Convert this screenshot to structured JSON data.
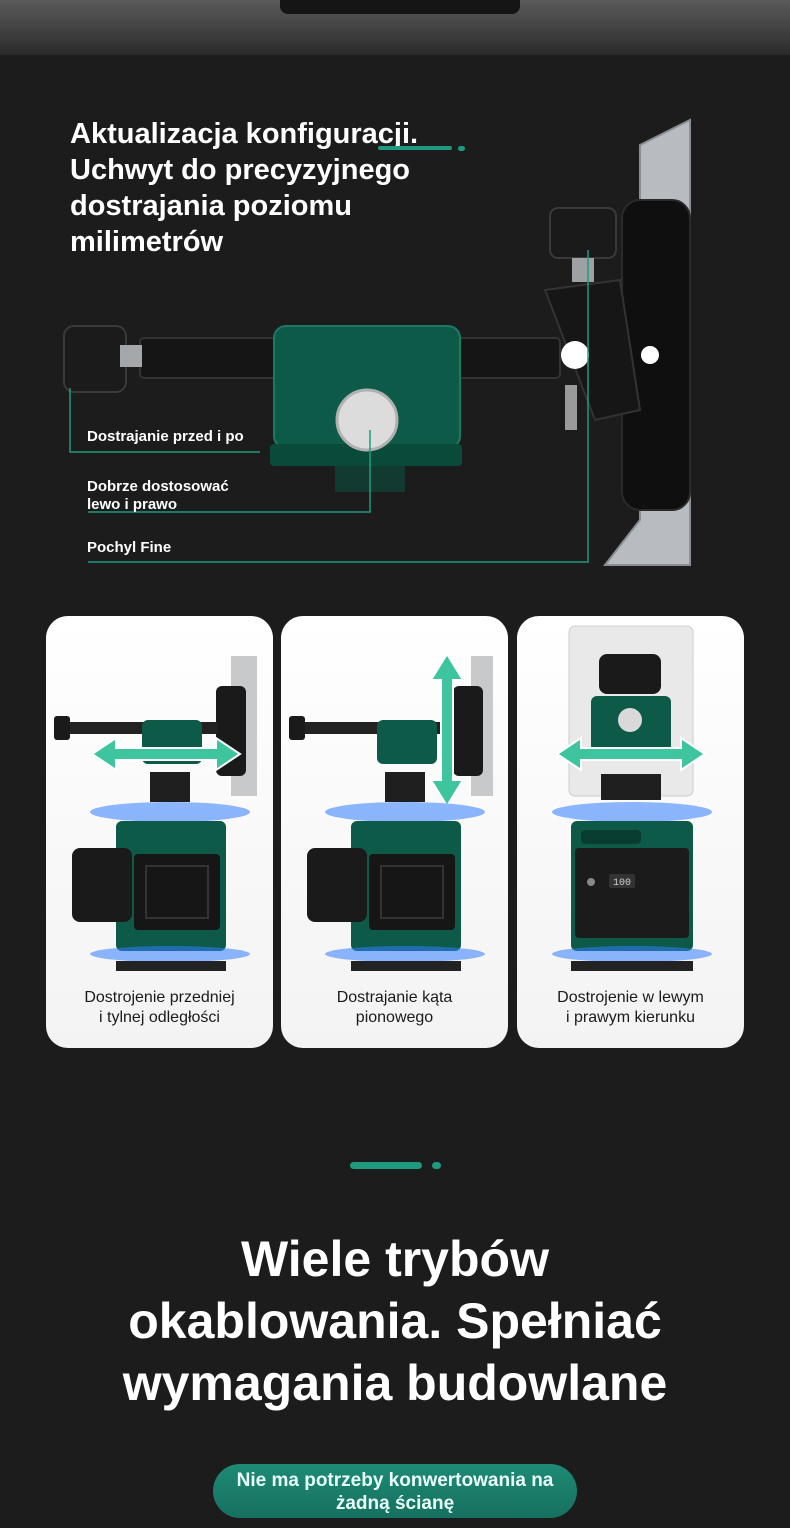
{
  "headline": {
    "line1": "Aktualizacja konfiguracji.",
    "line2": "Uchwyt do precyzyjnego",
    "line3": "dostrajania poziomu",
    "line4": "milimetrów"
  },
  "callouts": {
    "front_back": "Dostrajanie przed i po",
    "left_right_line1": "Dobrze dostosować",
    "left_right_line2": "lewo i prawo",
    "tilt": "Pochyl Fine"
  },
  "cards": [
    {
      "line1": "Dostrojenie przedniej",
      "line2": "i tylnej odległości"
    },
    {
      "line1": "Dostrajanie kąta",
      "line2": "pionowego"
    },
    {
      "line1": "Dostrojenie w lewym",
      "line2": "i prawym kierunku"
    }
  ],
  "device_display": "100",
  "section_title": {
    "line1": "Wiele trybów",
    "line2": "okablowania. Spełniać",
    "line3": "wymagania budowlane"
  },
  "pill": {
    "line1": "Nie ma potrzeby konwertowania na",
    "line2": "żadną ścianę"
  },
  "colors": {
    "background": "#1c1c1c",
    "accent_green": "#1f9a80",
    "device_green": "#0e5a48",
    "laser_blue": "#2f7cff",
    "card_bg": "#ffffff"
  }
}
